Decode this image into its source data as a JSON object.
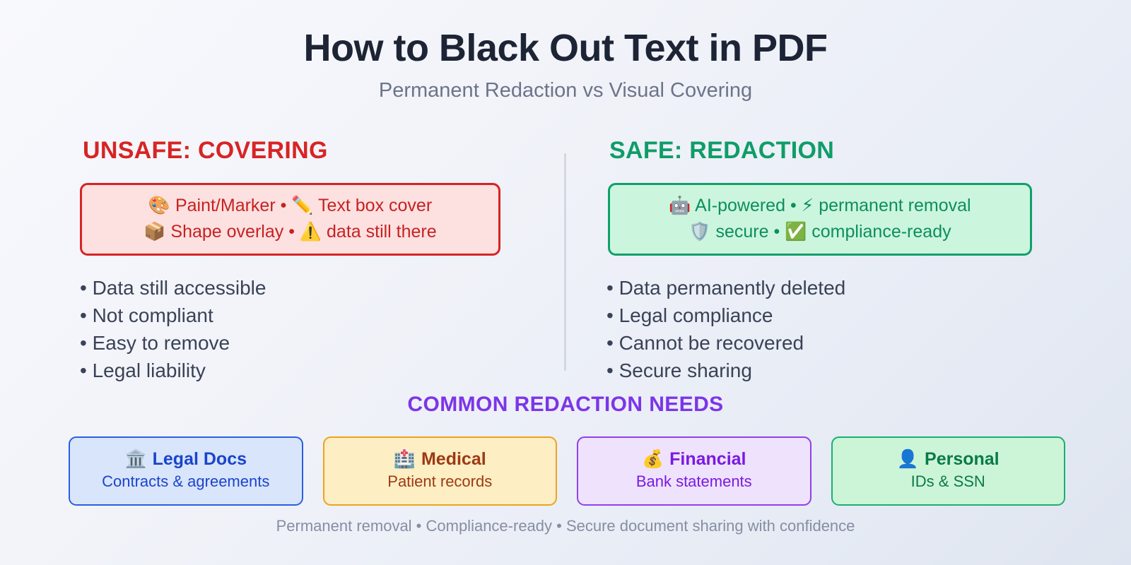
{
  "header": {
    "title": "How to Black Out Text in PDF",
    "subtitle": "Permanent Redaction vs Visual Covering"
  },
  "columns": {
    "unsafe": {
      "heading": "UNSAFE: COVERING",
      "heading_color": "#d82424",
      "box_bg": "#fde0e0",
      "box_border": "#d72323",
      "box_text_color": "#c62222",
      "tag_lines": [
        {
          "icon1": "artist-palette",
          "icon1_glyph": "🎨",
          "text1": "Paint/Marker",
          "separator": "•",
          "icon2": "pencil",
          "icon2_glyph": "✏️",
          "text2": "Text box cover"
        },
        {
          "icon1": "package-box",
          "icon1_glyph": "📦",
          "text1": "Shape overlay",
          "separator": "•",
          "icon2": "warning",
          "icon2_glyph": "⚠️",
          "text2": "data still there"
        }
      ],
      "bullets": [
        "• Data still accessible",
        "• Not compliant",
        "• Easy to remove",
        "• Legal liability"
      ]
    },
    "safe": {
      "heading": "SAFE: REDACTION",
      "heading_color": "#0f9d68",
      "box_bg": "#ccf5dd",
      "box_border": "#10a06a",
      "box_text_color": "#0c8f5d",
      "tag_lines": [
        {
          "icon1": "robot",
          "icon1_glyph": "🤖",
          "text1": "AI-powered",
          "separator": "•",
          "icon2": "lightning-bolt",
          "icon2_glyph": "⚡",
          "text2": "permanent removal"
        },
        {
          "icon1": "shield",
          "icon1_glyph": "🛡️",
          "text1": "secure",
          "separator": "•",
          "icon2": "check-mark",
          "icon2_glyph": "✅",
          "text2": "compliance-ready"
        }
      ],
      "bullets": [
        "• Data permanently deleted",
        "• Legal compliance",
        "• Cannot be recovered",
        "• Secure sharing"
      ]
    }
  },
  "needs": {
    "heading": "COMMON REDACTION NEEDS",
    "heading_color": "#7c35e8",
    "cards": [
      {
        "icon": "classical-building",
        "icon_glyph": "🏛️",
        "title": "Legal Docs",
        "subtitle": "Contracts & agreements",
        "bg": "#d9e5fb",
        "border": "#2a5fe0",
        "text_color": "#1b44cc"
      },
      {
        "icon": "hospital",
        "icon_glyph": "🏥",
        "title": "Medical",
        "subtitle": "Patient records",
        "bg": "#fdeec4",
        "border": "#eda31c",
        "text_color": "#9c3a14"
      },
      {
        "icon": "money-bag",
        "icon_glyph": "💰",
        "title": "Financial",
        "subtitle": "Bank statements",
        "bg": "#eee2fd",
        "border": "#9040e8",
        "text_color": "#7a1ae0"
      },
      {
        "icon": "person-silhouette",
        "icon_glyph": "👤",
        "title": "Personal",
        "subtitle": "IDs & SSN",
        "bg": "#ccf5d8",
        "border": "#18b070",
        "text_color": "#0b7a46"
      }
    ]
  },
  "footer": {
    "text": "Permanent removal • Compliance-ready • Secure document sharing with confidence"
  }
}
